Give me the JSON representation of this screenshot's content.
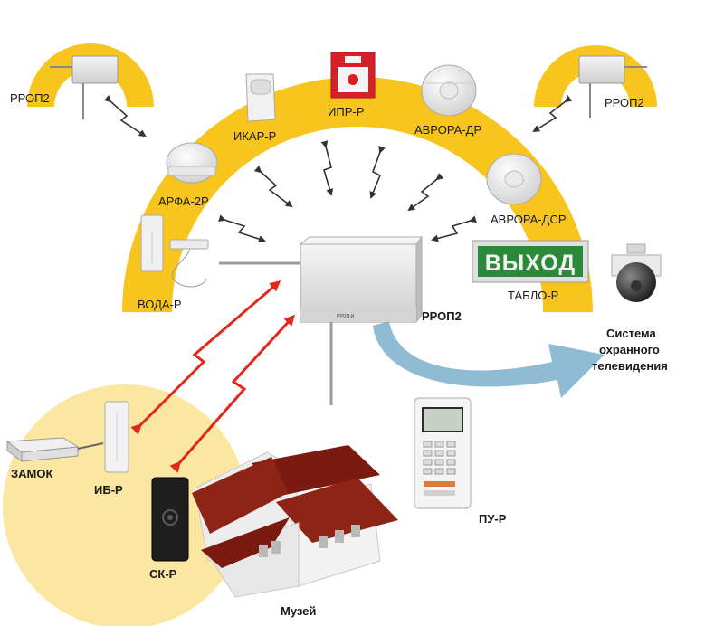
{
  "labels": {
    "rrop2_left": "РРОП2",
    "rrop2_right": "РРОП2",
    "ikar": "ИКАР-Р",
    "ipr": "ИПР-Р",
    "avrora_dr": "АВРОРА-ДР",
    "arfa": "АРФА-2Р",
    "avrora_dsr": "АВРОРА-ДСР",
    "voda": "ВОДА-Р",
    "tablo": "ТАБЛО-Р",
    "rrop2_center": "РРОП2",
    "camera_caption": [
      "Система",
      "охранного",
      "телевидения"
    ],
    "zamok": "ЗАМОК",
    "ib": "ИБ-Р",
    "sk": "СК-Р",
    "pu": "ПУ-Р",
    "museum": "Музей",
    "exit_sign": "ВЫХОД",
    "device_brand": "РРОП-И"
  },
  "colors": {
    "yellow_band": "#f7c51e",
    "yellow_circle": "#fbe7a2",
    "red_link": "#e0281d",
    "blue_arrow": "#8fbcd4",
    "exit_green": "#2a8a3a"
  },
  "icons": [
    "zigzag-radio-arrow",
    "device-box",
    "smoke-detector",
    "manual-call-point",
    "motion-sensor",
    "water-sensor",
    "exit-sign",
    "dome-camera",
    "keypad",
    "card-reader",
    "lock",
    "house"
  ]
}
